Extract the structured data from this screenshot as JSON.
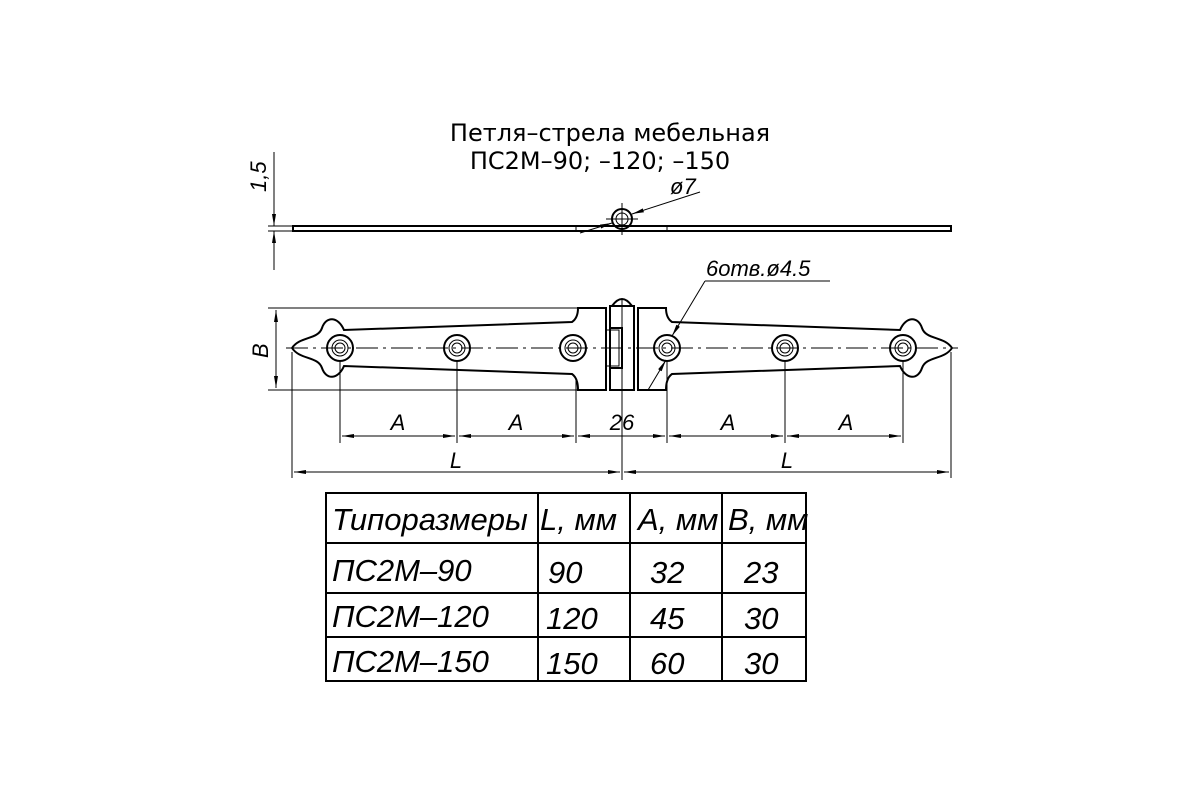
{
  "title": {
    "line1": "Петля–стрела мебельная",
    "line2": "ПС2М–90; –120; –150"
  },
  "dimensions": {
    "thickness": "1,5",
    "pin_diameter": "ø7",
    "holes": "6отв.ø4.5",
    "width": "B",
    "spacing": "A",
    "center_gap": "26",
    "length": "L"
  },
  "table": {
    "headers": [
      "Типоразмеры",
      "L, мм",
      "A, мм",
      "B, мм"
    ],
    "rows": [
      [
        "ПС2М–90",
        "90",
        "32",
        "23"
      ],
      [
        "ПС2М–120",
        "120",
        "45",
        "30"
      ],
      [
        "ПС2М–150",
        "150",
        "60",
        "30"
      ]
    ]
  }
}
